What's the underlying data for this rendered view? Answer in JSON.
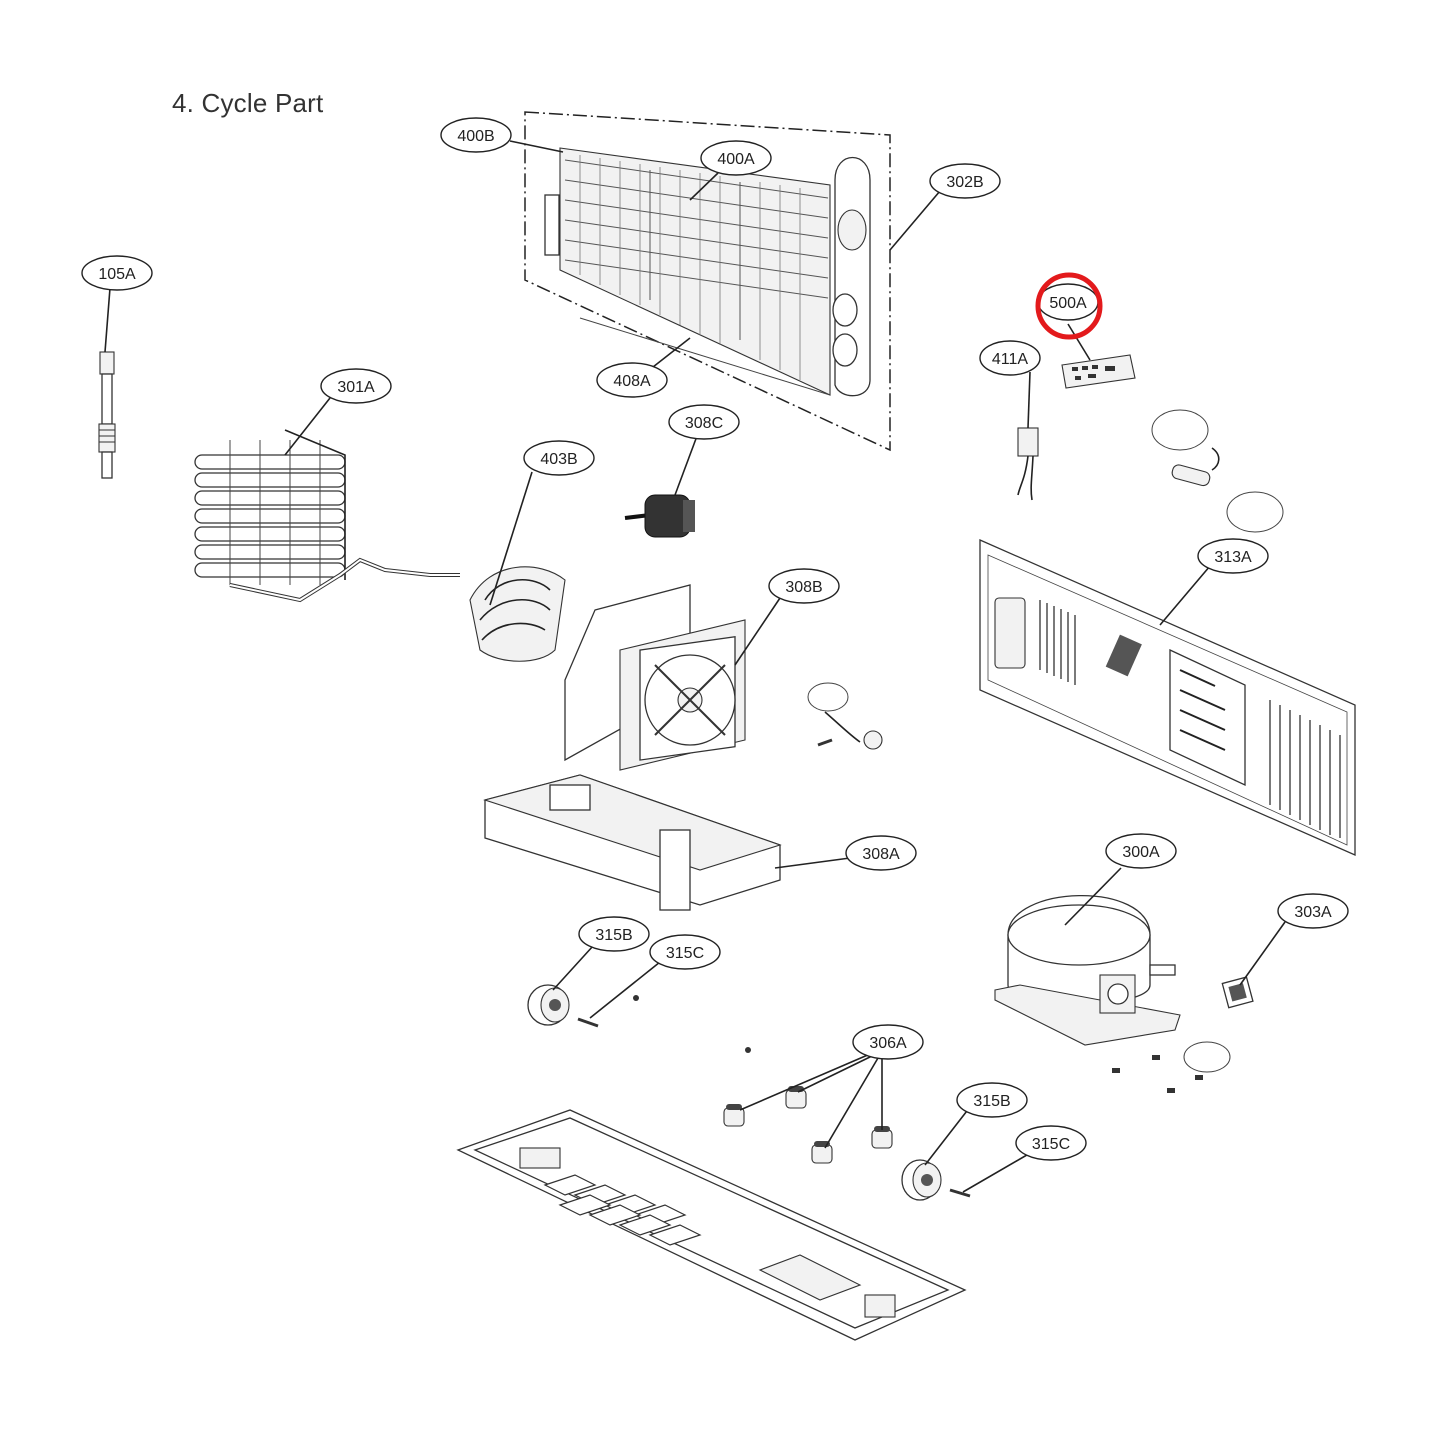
{
  "heading": "4. Cycle Part",
  "highlight_color": "#e31a1c",
  "labels": [
    {
      "id": "400B",
      "text": "400B"
    },
    {
      "id": "400A",
      "text": "400A"
    },
    {
      "id": "302B",
      "text": "302B"
    },
    {
      "id": "105A",
      "text": "105A"
    },
    {
      "id": "500A",
      "text": "500A",
      "highlighted": true
    },
    {
      "id": "411A",
      "text": "411A"
    },
    {
      "id": "301A",
      "text": "301A"
    },
    {
      "id": "408A",
      "text": "408A"
    },
    {
      "id": "308C",
      "text": "308C"
    },
    {
      "id": "403B",
      "text": "403B"
    },
    {
      "id": "313A",
      "text": "313A"
    },
    {
      "id": "308B",
      "text": "308B"
    },
    {
      "id": "308A",
      "text": "308A"
    },
    {
      "id": "300A",
      "text": "300A"
    },
    {
      "id": "303A",
      "text": "303A"
    },
    {
      "id": "315B-left",
      "text": "315B"
    },
    {
      "id": "315C-left",
      "text": "315C"
    },
    {
      "id": "306A",
      "text": "306A"
    },
    {
      "id": "315B-right",
      "text": "315B"
    },
    {
      "id": "315C-right",
      "text": "315C"
    }
  ]
}
